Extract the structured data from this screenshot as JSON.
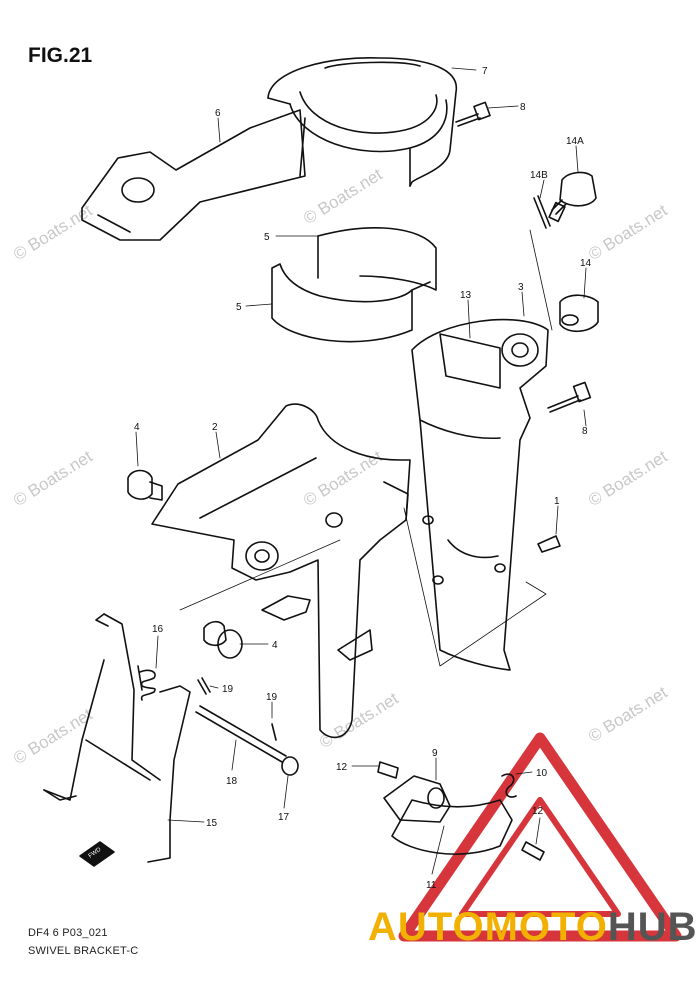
{
  "figure": {
    "title": "FIG.21",
    "code": "DF4 6 P03_021",
    "name": "SWIVEL BRACKET-C"
  },
  "watermark": "© Boats.net",
  "brand": {
    "part_a": "AUTO",
    "part_b": "MOTO",
    "part_c": "HUB",
    "color_a": "#f2b100",
    "color_b": "#555555",
    "logo_color": "#d0131a"
  },
  "fwd_label": "FWD",
  "callouts": [
    {
      "id": "c7",
      "label": "7"
    },
    {
      "id": "c6",
      "label": "6"
    },
    {
      "id": "c8a",
      "label": "8"
    },
    {
      "id": "c14a",
      "label": "14A"
    },
    {
      "id": "c14b",
      "label": "14B"
    },
    {
      "id": "c5a",
      "label": "5"
    },
    {
      "id": "c5b",
      "label": "5"
    },
    {
      "id": "c14",
      "label": "14"
    },
    {
      "id": "c13",
      "label": "13"
    },
    {
      "id": "c3",
      "label": "3"
    },
    {
      "id": "c8b",
      "label": "8"
    },
    {
      "id": "c4a",
      "label": "4"
    },
    {
      "id": "c2",
      "label": "2"
    },
    {
      "id": "c1",
      "label": "1"
    },
    {
      "id": "c16",
      "label": "16"
    },
    {
      "id": "c4b",
      "label": "4"
    },
    {
      "id": "c19a",
      "label": "19"
    },
    {
      "id": "c19b",
      "label": "19"
    },
    {
      "id": "c9",
      "label": "9"
    },
    {
      "id": "c12a",
      "label": "12"
    },
    {
      "id": "c10",
      "label": "10"
    },
    {
      "id": "c18",
      "label": "18"
    },
    {
      "id": "c12b",
      "label": "12"
    },
    {
      "id": "c17",
      "label": "17"
    },
    {
      "id": "c15",
      "label": "15"
    },
    {
      "id": "c11",
      "label": "11"
    }
  ]
}
